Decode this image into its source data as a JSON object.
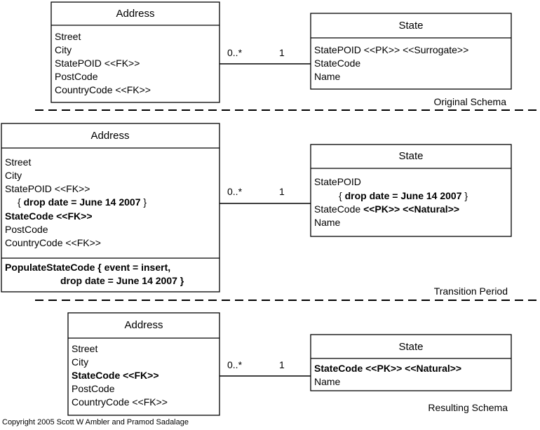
{
  "sections": [
    {
      "label": "Original Schema",
      "address": {
        "title": "Address",
        "attributes": [
          "Street",
          "City",
          "StatePOID <<FK>>",
          "PostCode",
          "CountryCode <<FK>>"
        ]
      },
      "state": {
        "title": "State",
        "attributes": [
          "StatePOID <<PK>> <<Surrogate>>",
          "StateCode",
          "Name"
        ]
      },
      "multiplicity_address": "0..*",
      "multiplicity_state": "1"
    },
    {
      "label": "Transition Period",
      "address": {
        "title": "Address",
        "attributes": [
          "Street",
          "City",
          "StatePOID <<FK>>",
          {
            "prefix": "{ ",
            "bold": "drop date = June 14 2007",
            "suffix": " }"
          },
          {
            "bold": "StateCode <<FK>>"
          },
          "PostCode",
          "CountryCode <<FK>>"
        ],
        "operations": [
          "PopulateStateCode { event = insert,",
          "drop date = June 14 2007 }"
        ]
      },
      "state": {
        "title": "State",
        "attributes": [
          "StatePOID",
          {
            "prefix": "{ ",
            "bold": "drop date = June 14 2007",
            "suffix": " }"
          },
          {
            "prefix": "StateCode ",
            "bold": "<<PK>> <<Natural>>"
          },
          "Name"
        ]
      },
      "multiplicity_address": "0..*",
      "multiplicity_state": "1"
    },
    {
      "label": "Resulting Schema",
      "address": {
        "title": "Address",
        "attributes": [
          "Street",
          "City",
          {
            "bold": "StateCode <<FK>>"
          },
          "PostCode",
          "CountryCode <<FK>>"
        ]
      },
      "state": {
        "title": "State",
        "attributes": [
          {
            "bold": "StateCode <<PK>> <<Natural>>"
          },
          "Name"
        ]
      },
      "multiplicity_address": "0..*",
      "multiplicity_state": "1"
    }
  ],
  "copyright": "Copyright 2005 Scott W Ambler and Pramod Sadalage"
}
